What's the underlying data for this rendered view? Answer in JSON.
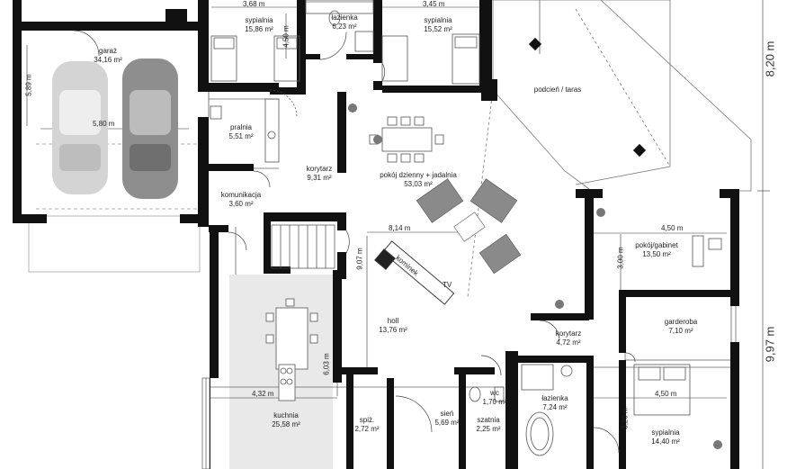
{
  "rooms": {
    "bed1": {
      "name": "sypialnia",
      "area": "15,86 m²"
    },
    "bath1": {
      "name": "łazienka",
      "area": "6,23 m²"
    },
    "bed2": {
      "name": "sypialnia",
      "area": "15,52 m²"
    },
    "garage": {
      "name": "garaż",
      "area": "34,16 m²"
    },
    "porch": {
      "name": "podcień / taras",
      "area": ""
    },
    "laundry": {
      "name": "pralnia",
      "area": "5,51 m²"
    },
    "corridor1": {
      "name": "korytarz",
      "area": "9,31 m²"
    },
    "living": {
      "name": "pokój dzienny + jadalnia",
      "area": "53,03 m²"
    },
    "comm": {
      "name": "komunikacja",
      "area": "3,60 m²"
    },
    "study": {
      "name": "pokój/gabinet",
      "area": "13,50 m²"
    },
    "hall": {
      "name": "holl",
      "area": "13,76 m²"
    },
    "corridor2": {
      "name": "korytarz",
      "area": "4,72 m²"
    },
    "wardrobe": {
      "name": "garderoba",
      "area": "7,10 m²"
    },
    "kitchen": {
      "name": "kuchnia",
      "area": "25,58 m²"
    },
    "wc": {
      "name": "wc",
      "area": "1,70 m²"
    },
    "bath2": {
      "name": "łazienka",
      "area": "7,24 m²"
    },
    "pantry": {
      "name": "spiż.",
      "area": "2,72 m²"
    },
    "vestibule": {
      "name": "sień",
      "area": "5,69 m²"
    },
    "closet": {
      "name": "szatnia",
      "area": "2,25 m²"
    },
    "bed3": {
      "name": "sypialnia",
      "area": "14,40 m²"
    }
  },
  "dimensions": {
    "d368": "3,68 m",
    "d345": "3,45 m",
    "d450a": "4,50 m",
    "d589": "5,89 m",
    "d580": "5,80 m",
    "d814": "8,14 m",
    "d450b": "4,50 m",
    "d300": "3,00 m",
    "d907": "9,07 m",
    "d603": "6,03 m",
    "d432": "4,32 m",
    "d450c": "4,50 m",
    "d320": "3,20 m",
    "d820": "8,20 m",
    "d997": "9,97 m"
  },
  "furniture": {
    "fireplace": "kominek",
    "tv": "TV"
  },
  "colors": {
    "wall": "#111111",
    "kitchen_floor": "#e9e9e9",
    "car_light": "#d4d4d4",
    "car_dark": "#8e8e8e",
    "line": "#666666"
  }
}
